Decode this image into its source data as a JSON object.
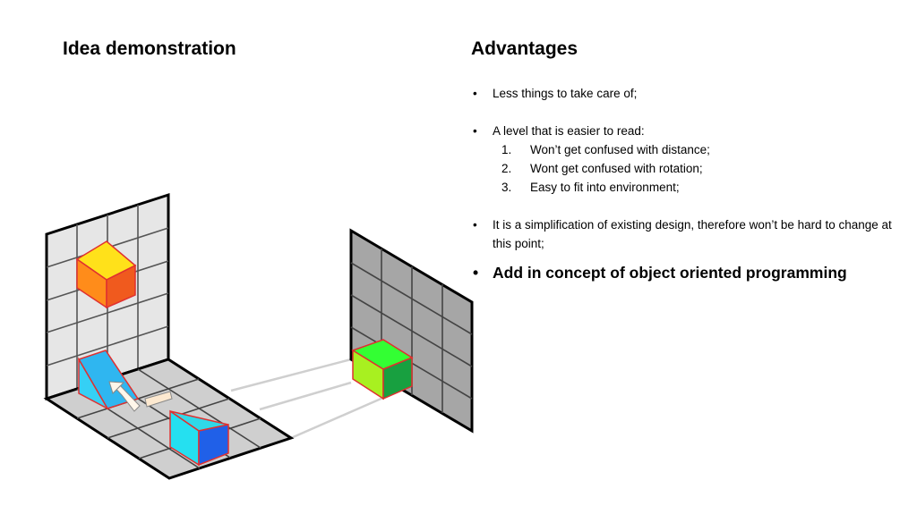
{
  "left": {
    "title": "Idea demonstration"
  },
  "right": {
    "title": "Advantages",
    "bullets": [
      {
        "text": "Less things to take care of;"
      },
      {
        "text": "A level that is easier to read:",
        "sub": [
          "Won’t get confused with distance;",
          "Wont get confused with rotation;",
          "Easy to fit into environment;"
        ]
      },
      {
        "text": "It is a simplification of existing design, therefore won’t be hard to change at this point;"
      }
    ],
    "emphasis": "Add in concept of object oriented programming"
  },
  "colors": {
    "cube_top_yellow": "#ffe11a",
    "cube_front_orange": "#ff8c1a",
    "cube_side_red": "#f05a1e",
    "ramp_blue": "#2fb6f0",
    "prism_cyan": "#25e0f0",
    "prism_blue": "#2060e8",
    "green_top": "#33ff33",
    "green_front": "#a8f020",
    "green_side": "#18a040",
    "panel_light": "#e6e6e6",
    "panel_dark": "#a6a6a6"
  }
}
